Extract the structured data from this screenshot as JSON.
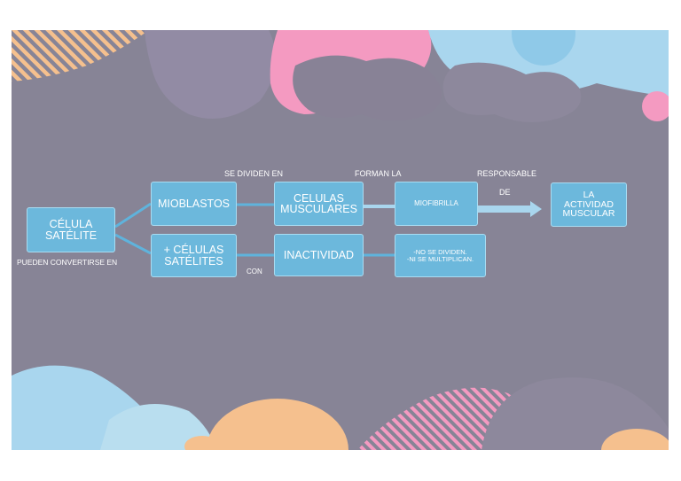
{
  "diagram": {
    "nodes": {
      "celula_satelite": "CÉLULA\nSATÉLITE",
      "mioblastos": "MIOBLASTOS",
      "celulas_musculares": "CELULAS\nMUSCULARES",
      "miofibrilla": "MIOFIBRILLA",
      "actividad_muscular": "LA\nACTIVIDAD\nMUSCULAR",
      "mas_celulas_satelites": "+ CÉLULAS\nSATÉLITES",
      "inactividad": "INACTIVIDAD",
      "no_se_dividen": "-NO SE DIVIDEN.\n-NI SE MULTIPLICAN."
    },
    "edge_labels": {
      "pueden_convertirse": "PUEDEN CONVERTIRSE EN",
      "se_dividen": "SE DIVIDEN EN",
      "forman_la": "FORMAN LA",
      "responsable": "RESPONSABLE",
      "de": "DE",
      "con": "CON"
    }
  },
  "colors": {
    "background": "#878496",
    "box": "#6cb8dc",
    "connector": "#5fb3dc",
    "arrow": "#a9d6ee",
    "blob_pink": "#f49ac1",
    "blob_blue": "#a9d6ee",
    "blob_orange": "#f5c08e"
  }
}
